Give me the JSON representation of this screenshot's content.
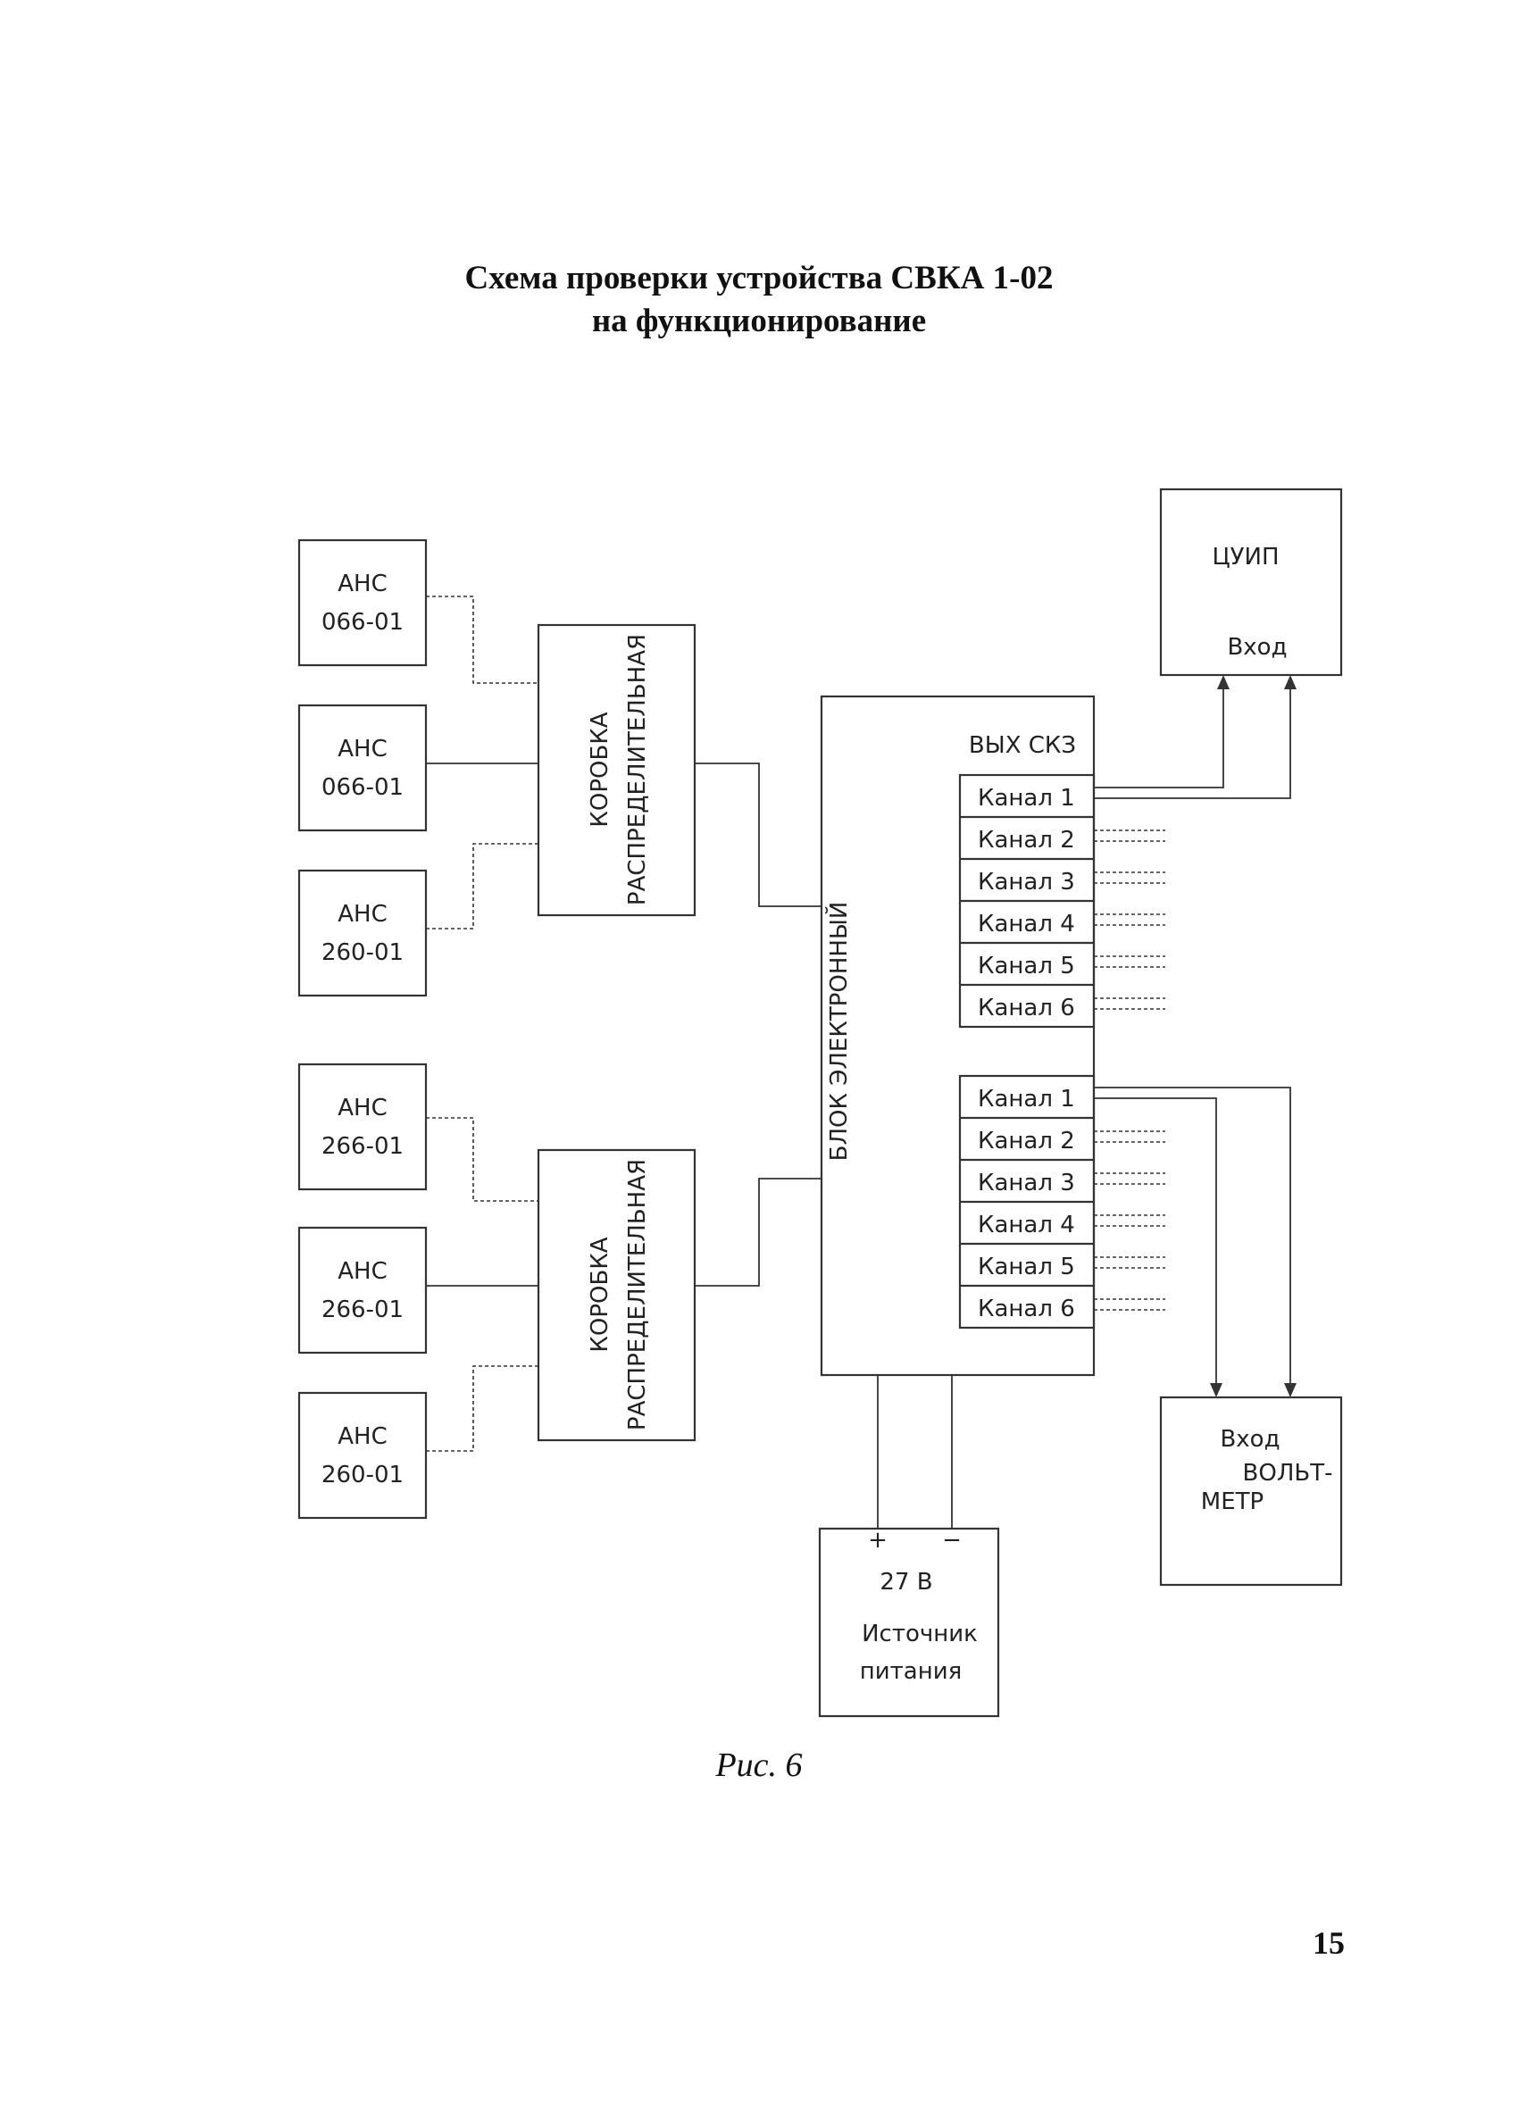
{
  "title": {
    "line1": "Схема проверки устройства СВКА 1-02",
    "line2": "на функционирование"
  },
  "sensors": [
    {
      "line1": "АНС",
      "line2": "066-01"
    },
    {
      "line1": "АНС",
      "line2": "066-01"
    },
    {
      "line1": "АНС",
      "line2": "260-01"
    },
    {
      "line1": "АНС",
      "line2": "266-01"
    },
    {
      "line1": "АНС",
      "line2": "266-01"
    },
    {
      "line1": "АНС",
      "line2": "260-01"
    }
  ],
  "junction_boxes": [
    {
      "line1": "КОРОБКА",
      "line2": "РАСПРЕДЕЛИТЕЛЬНАЯ"
    },
    {
      "line1": "КОРОБКА",
      "line2": "РАСПРЕДЕЛИТЕЛЬНАЯ"
    }
  ],
  "electronic_unit": {
    "label": "БЛОК ЭЛЕКТРОННЫЙ",
    "output_label": "ВЫХ СКЗ",
    "channels_top": [
      "Канал 1",
      "Канал 2",
      "Канал 3",
      "Канал 4",
      "Канал 5",
      "Канал 6"
    ],
    "channels_bottom": [
      "Канал 1",
      "Канал 2",
      "Канал 3",
      "Канал 4",
      "Канал 5",
      "Канал 6"
    ]
  },
  "cuip": {
    "label": "ЦУИП",
    "input": "Вход"
  },
  "voltmeter": {
    "input": "Вход",
    "line1": "ВОЛЬТ-",
    "line2": "МЕТР"
  },
  "power_supply": {
    "plus": "+",
    "minus": "−",
    "voltage": "27 В",
    "line1": "Источник",
    "line2": "питания"
  },
  "caption": "Рис. 6",
  "page_number": "15"
}
